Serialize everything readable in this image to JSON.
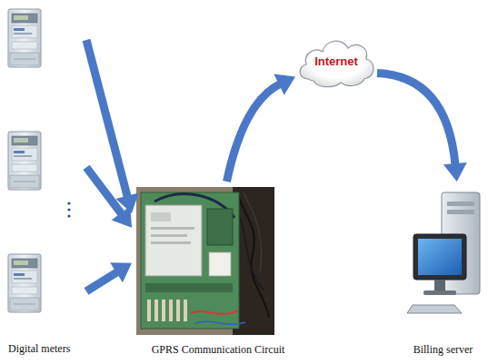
{
  "diagram": {
    "nodes": [
      {
        "text": [
          "Digital meters"
        ]
      },
      {
        "text": [
          "GPRS Communication Circuit"
        ]
      },
      {
        "text": [
          "Internet"
        ]
      },
      {
        "text": [
          "Billing server"
        ]
      }
    ],
    "edges": [
      {
        "from": 0,
        "to": 1,
        "arrow": "to"
      },
      {
        "from": 0,
        "to": 1,
        "arrow": "to"
      },
      {
        "from": 0,
        "to": 1,
        "arrow": "to"
      },
      {
        "from": 1,
        "to": 2,
        "arrow": "to"
      },
      {
        "from": 2,
        "to": 3,
        "arrow": "to"
      }
    ]
  }
}
